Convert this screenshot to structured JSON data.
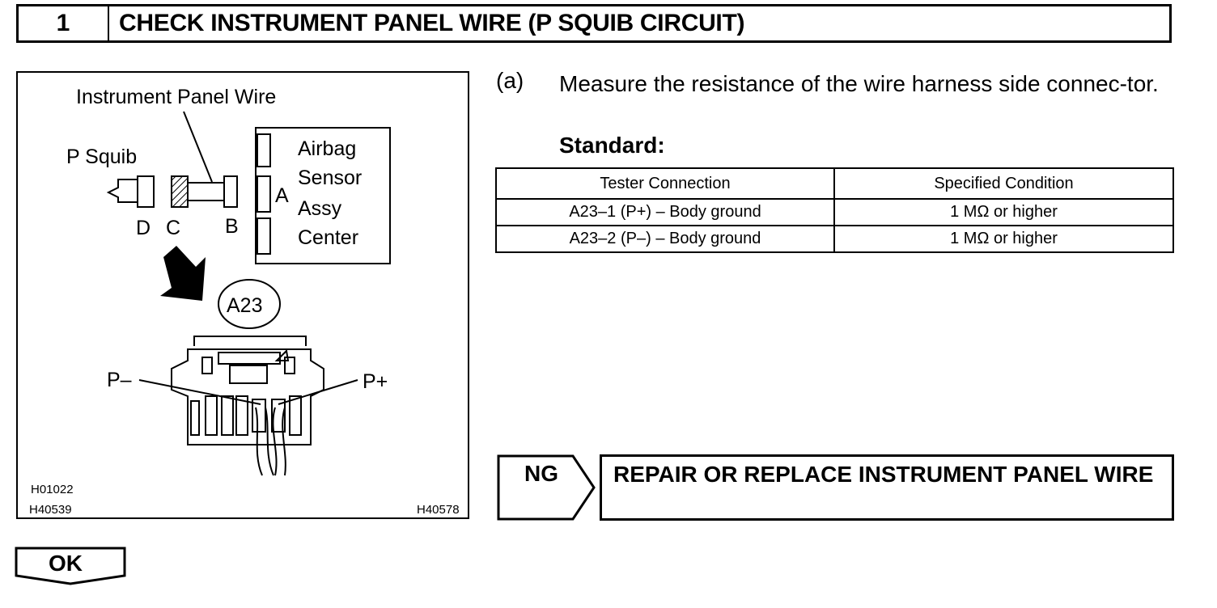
{
  "step": {
    "number": "1",
    "title": "CHECK INSTRUMENT PANEL WIRE (P SQUIB CIRCUIT)"
  },
  "illustration": {
    "label_instrument_panel_wire": "Instrument Panel Wire",
    "label_p_squib": "P Squib",
    "label_d": "D",
    "label_c": "C",
    "label_b": "B",
    "label_a": "A",
    "sensor_line1": "Airbag",
    "sensor_line2": "Sensor",
    "sensor_line3": "Assy",
    "sensor_line4": "Center",
    "connector_id": "A23",
    "pin_p_minus": "P–",
    "pin_p_plus": "P+",
    "code1": "H01022",
    "code2": "H40539",
    "code3": "H40578"
  },
  "instruction": {
    "marker": "(a)",
    "text": "Measure the resistance of the wire harness side connec-tor.",
    "standard_label": "Standard:"
  },
  "spec_table": {
    "headers": [
      "Tester Connection",
      "Specified Condition"
    ],
    "rows": [
      [
        "A23–1 (P+) – Body ground",
        "1 MΩ or higher"
      ],
      [
        "A23–2 (P–) – Body ground",
        "1 MΩ or higher"
      ]
    ]
  },
  "result": {
    "ng_label": "NG",
    "ng_action": "REPAIR OR REPLACE INSTRUMENT PANEL WIRE",
    "ok_label": "OK"
  }
}
